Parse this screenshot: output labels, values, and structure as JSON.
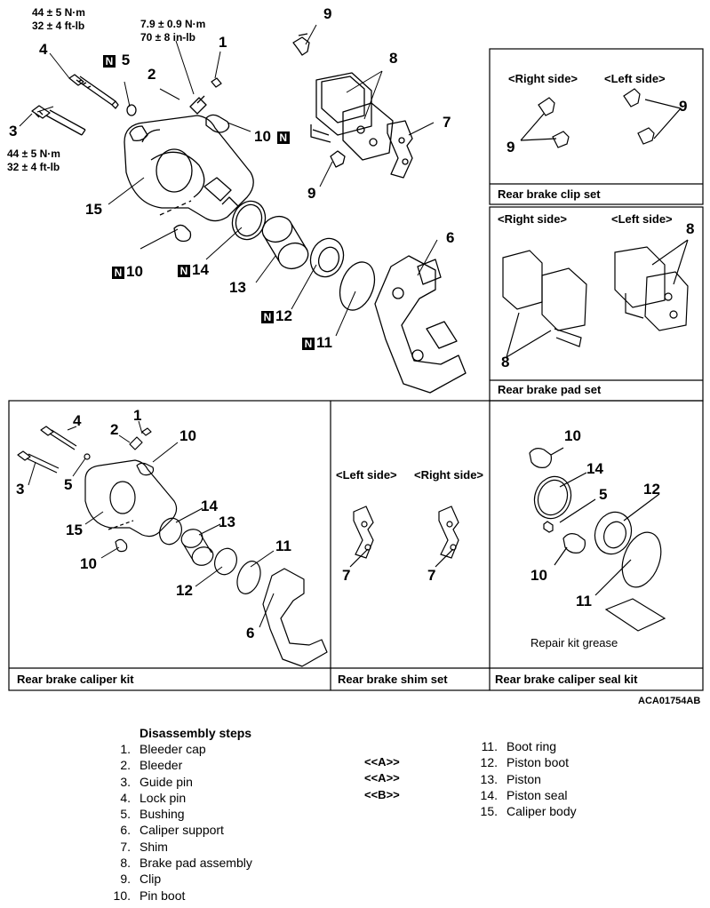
{
  "torque": {
    "lock_pin_nm": "44 ± 5 N·m",
    "lock_pin_ftlb": "32 ± 4 ft-lb",
    "bleeder_nm": "7.9 ± 0.9 N·m",
    "bleeder_inlb": "70 ± 8 in-lb",
    "guide_pin_nm": "44 ± 5 N·m",
    "guide_pin_ftlb": "32 ± 4 ft-lb"
  },
  "badge_letter": "N",
  "callouts": {
    "main": [
      "1",
      "2",
      "3",
      "4",
      "5",
      "6",
      "7",
      "8",
      "9",
      "9",
      "10",
      "10",
      "11",
      "12",
      "13",
      "14",
      "15"
    ]
  },
  "boxes": {
    "clip_set": {
      "title": "Rear brake clip set",
      "right": "<Right side>",
      "left": "<Left side>",
      "n9": "9"
    },
    "pad_set": {
      "title": "Rear brake pad set",
      "right": "<Right side>",
      "left": "<Left side>",
      "n8": "8"
    },
    "caliper_kit": {
      "title": "Rear brake caliper kit"
    },
    "shim_set": {
      "title": "Rear brake shim set",
      "left": "<Left side>",
      "right": "<Right side>",
      "n7": "7"
    },
    "seal_kit": {
      "title": "Rear brake caliper seal kit",
      "grease": "Repair kit grease"
    }
  },
  "figure_code": "ACA01754AB",
  "steps": {
    "heading": "Disassembly steps",
    "left": [
      {
        "n": "1.",
        "label": "Bleeder cap"
      },
      {
        "n": "2.",
        "label": "Bleeder"
      },
      {
        "n": "3.",
        "label": "Guide pin"
      },
      {
        "n": "4.",
        "label": "Lock pin"
      },
      {
        "n": "5.",
        "label": "Bushing"
      },
      {
        "n": "6.",
        "label": "Caliper support"
      },
      {
        "n": "7.",
        "label": "Shim"
      },
      {
        "n": "8.",
        "label": "Brake pad assembly"
      },
      {
        "n": "9.",
        "label": "Clip"
      },
      {
        "n": "10.",
        "label": "Pin boot"
      }
    ],
    "codes": [
      "<<A>>",
      "<<A>>",
      "<<B>>"
    ],
    "right": [
      {
        "n": "11.",
        "label": "Boot ring"
      },
      {
        "n": "12.",
        "label": "Piston boot"
      },
      {
        "n": "13.",
        "label": "Piston"
      },
      {
        "n": "14.",
        "label": "Piston seal"
      },
      {
        "n": "15.",
        "label": "Caliper body"
      }
    ]
  }
}
